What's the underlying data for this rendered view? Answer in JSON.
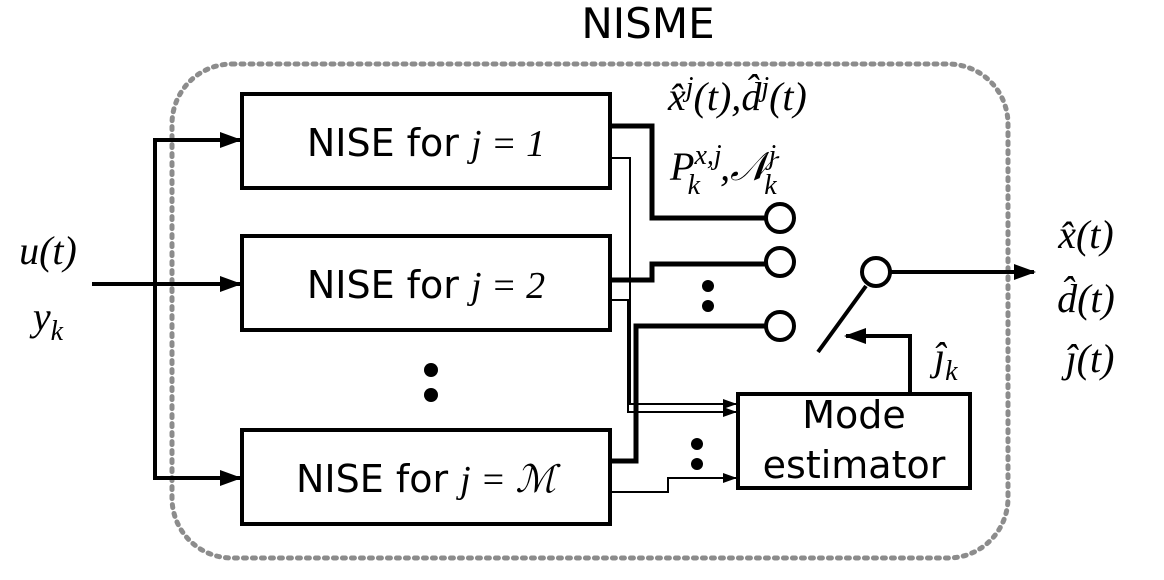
{
  "title": "NISME",
  "inputs": {
    "line1": "u(t)",
    "line2": "yk"
  },
  "estimators": [
    {
      "label_prefix": "NISE for ",
      "label_math": "j = 1"
    },
    {
      "label_prefix": "NISE for ",
      "label_math": "j = 2"
    },
    {
      "label_prefix": "NISE for ",
      "label_math": "j = ℳ"
    }
  ],
  "estimator_outputs": {
    "line1": "x̂j(t),d̂j(t)",
    "line2": "Pkx,j,𝒩kj"
  },
  "mode_estimator": {
    "line1": "Mode",
    "line2": "estimator"
  },
  "mode_signal": "ĵk",
  "outputs": [
    "x̂(t)",
    "d̂(t)",
    "ĵ(t)"
  ],
  "ellipsis": "⋮",
  "colors": {
    "line": "#000000",
    "container_border": "#8c8c8c",
    "background": "#ffffff"
  }
}
